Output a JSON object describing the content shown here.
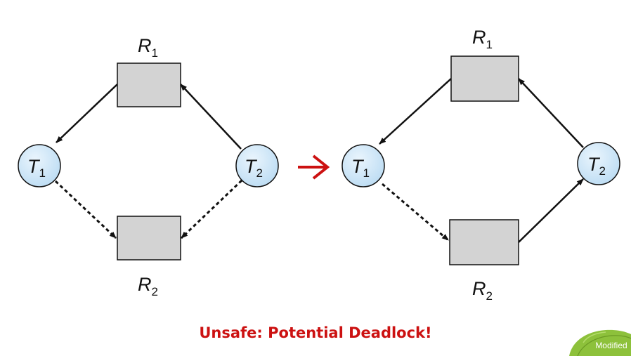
{
  "diagrams": [
    {
      "resources": [
        {
          "letter": "R",
          "sub": "1"
        },
        {
          "letter": "R",
          "sub": "2"
        }
      ],
      "threads": [
        {
          "letter": "T",
          "sub": "1"
        },
        {
          "letter": "T",
          "sub": "2"
        }
      ]
    },
    {
      "resources": [
        {
          "letter": "R",
          "sub": "1"
        },
        {
          "letter": "R",
          "sub": "2"
        }
      ],
      "threads": [
        {
          "letter": "T",
          "sub": "1"
        },
        {
          "letter": "T",
          "sub": "2"
        }
      ]
    }
  ],
  "caption": "Unsafe: Potential Deadlock!",
  "badge": {
    "text": "Modified"
  },
  "colors": {
    "caption": "#cc1111",
    "transition_arrow": "#cc1111",
    "node_fill": "#cfe6f7",
    "resource_fill": "#d3d3d3",
    "badge_leaf": "#8dc13b"
  }
}
